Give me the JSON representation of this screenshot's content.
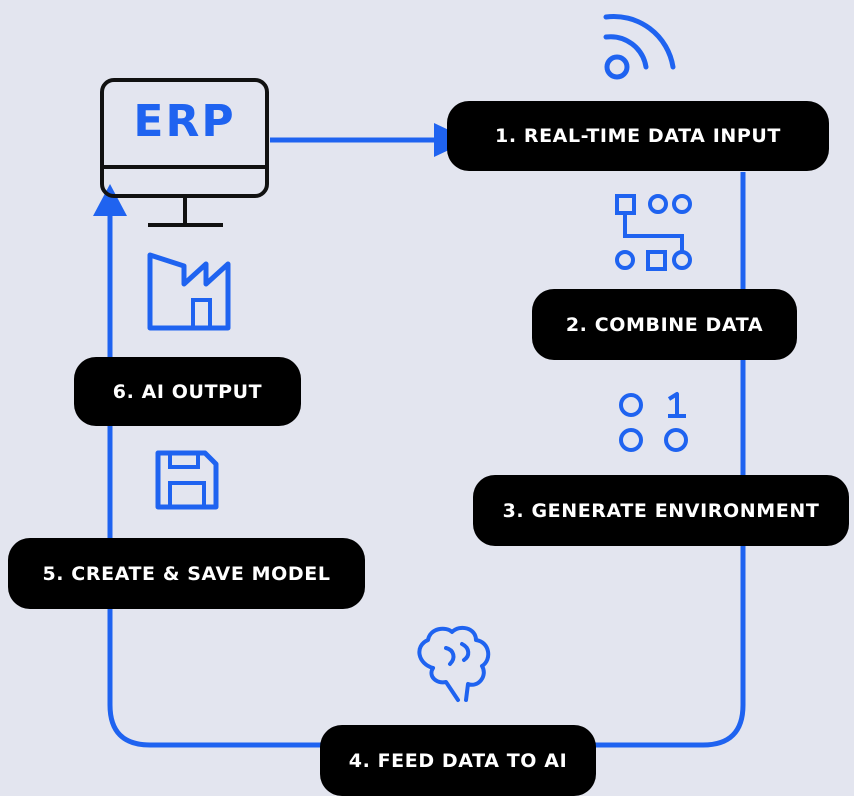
{
  "colors": {
    "background": "#e3e5ef",
    "accent": "#1f63f0",
    "step_fill": "#000000",
    "step_text": "#ffffff",
    "monitor_stroke": "#111111"
  },
  "monitor": {
    "label": "ERP",
    "icon": "monitor-icon"
  },
  "steps": [
    {
      "label": "1. REAL-TIME DATA INPUT",
      "icon": "signal-broadcast-icon"
    },
    {
      "label": "2. COMBINE DATA",
      "icon": "workflow-nodes-icon"
    },
    {
      "label": "3. GENERATE ENVIRONMENT",
      "icon": "binary-circles-icon"
    },
    {
      "label": "4. FEED DATA TO AI",
      "icon": "brain-icon"
    },
    {
      "label": "5. CREATE & SAVE MODEL",
      "icon": "floppy-disk-icon"
    },
    {
      "label": "6. AI OUTPUT",
      "icon": "factory-icon"
    }
  ]
}
